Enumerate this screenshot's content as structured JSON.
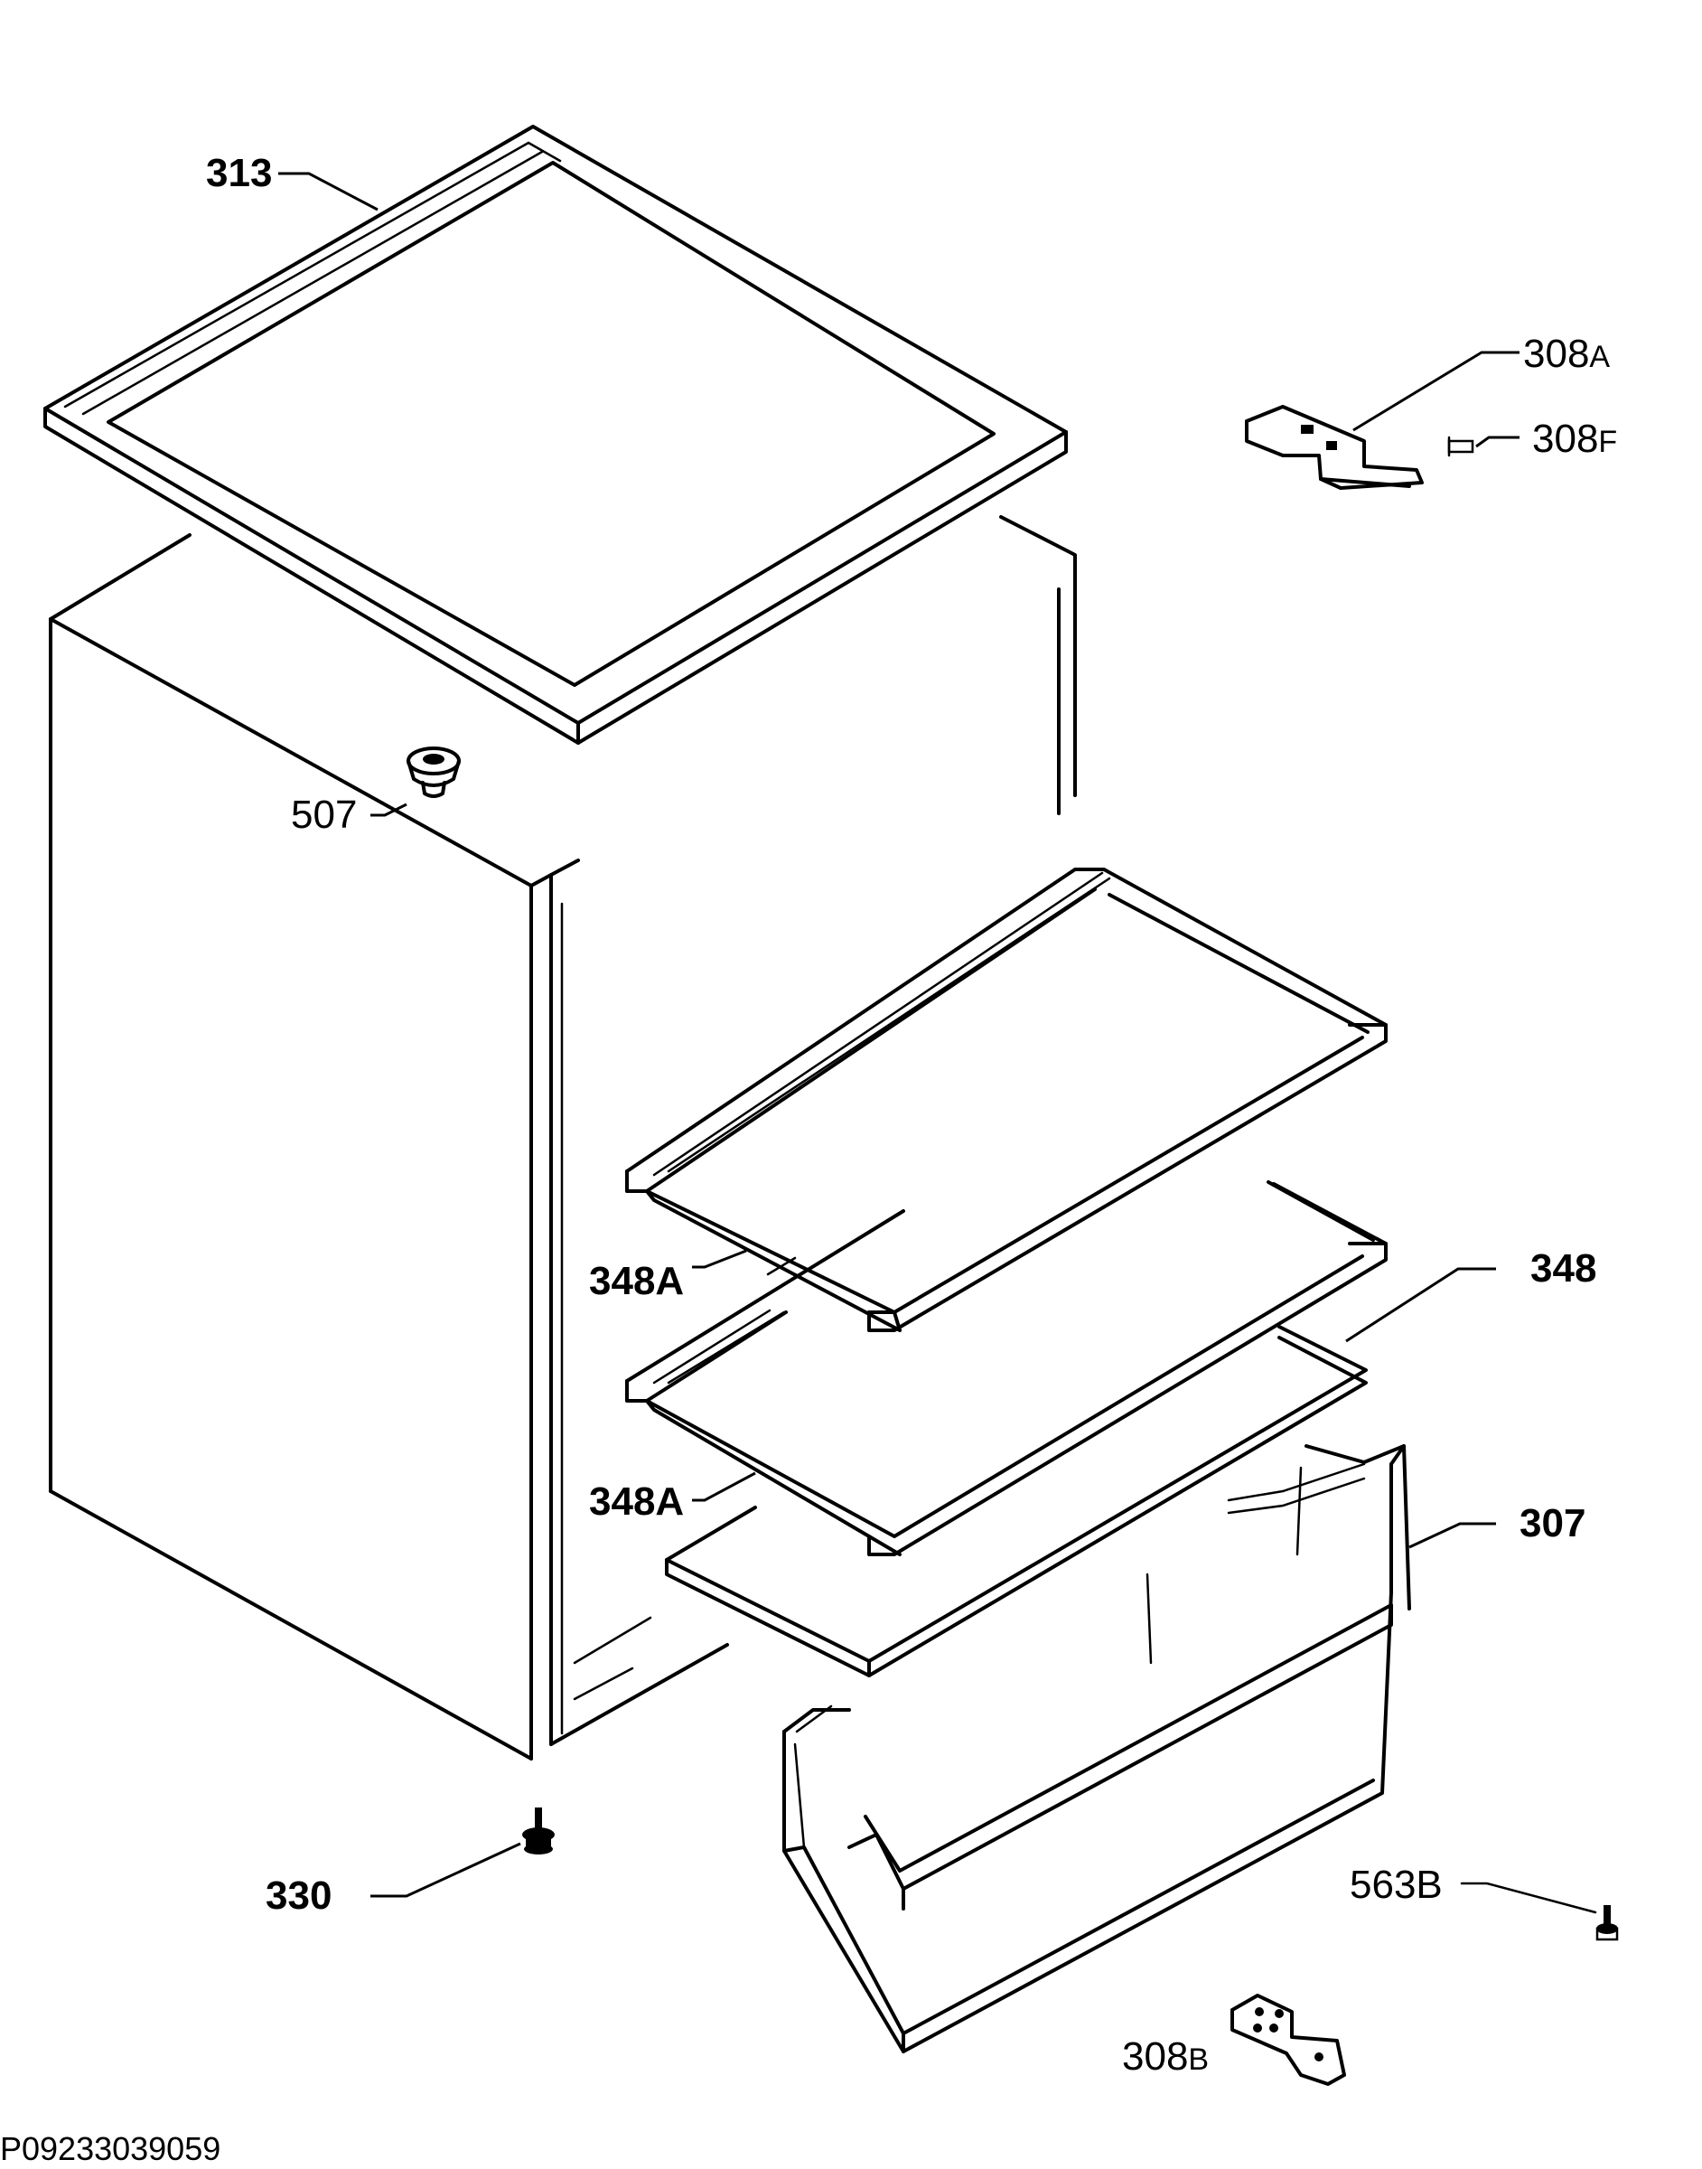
{
  "diagram": {
    "parts": [
      {
        "id": "p313",
        "number": "313"
      },
      {
        "id": "p308A",
        "number": "308",
        "suffix": "A"
      },
      {
        "id": "p308F",
        "number": "308",
        "suffix": "F"
      },
      {
        "id": "p507",
        "number": "507"
      },
      {
        "id": "p348",
        "number": "348"
      },
      {
        "id": "p348A_1",
        "number": "348A"
      },
      {
        "id": "p348A_2",
        "number": "348A"
      },
      {
        "id": "p307",
        "number": "307"
      },
      {
        "id": "p330",
        "number": "330"
      },
      {
        "id": "p563B",
        "number": "563B"
      },
      {
        "id": "p308B",
        "number": "308",
        "suffix": "B"
      }
    ],
    "drawing_code": "P09233039059"
  }
}
